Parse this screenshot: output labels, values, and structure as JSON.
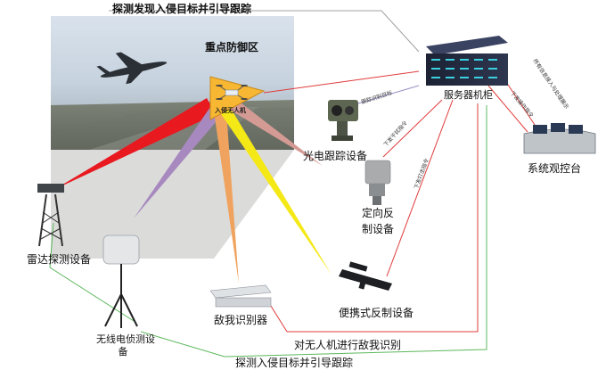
{
  "labels": {
    "top_flow": "探测发现入侵目标并引导跟踪",
    "zone": "重点防御区",
    "drone": "入侵无人机",
    "server": "服务器机柜",
    "console": "系统观控台",
    "eo": "光电跟踪设备",
    "directional_line1": "定向反",
    "directional_line2": "制设备",
    "radar": "雷达探测设备",
    "rf_line1": "无线电侦测设",
    "rf_line2": "备",
    "iff": "敌我识别器",
    "portable": "便携式反制设备",
    "iff_flow": "对无人机进行敌我识别",
    "bottom_flow": "探测入侵目标并引导跟踪"
  },
  "small_labels": {
    "eo_link": "跟踪识别目标",
    "dir_link": "下发干扰指令",
    "port_link": "下发打击指令",
    "console_link1": "下发操作指令",
    "console_link2": "所有信息接入与处理展示"
  },
  "colors": {
    "beam_red": "#e8191f",
    "beam_purple": "#a789bf",
    "beam_orange": "#f0a35e",
    "beam_yellow": "#f4e816",
    "beam_pink": "#d49a94",
    "line_red": "#e03b3b",
    "line_green": "#5cb85c",
    "line_purple": "#9b8fc8",
    "drone_fill": "#f7b733"
  }
}
